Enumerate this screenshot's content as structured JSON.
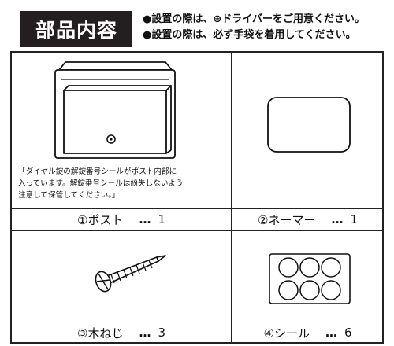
{
  "header": {
    "title": "部品内容",
    "notes": [
      "●設置の際は、⊕ドライバーをご用意ください。",
      "●設置の際は、必ず手袋を着用してください。"
    ]
  },
  "parts": [
    {
      "name": "①ポスト",
      "ellipsis": "…",
      "qty": "1",
      "note_lines": [
        "「ダイヤル錠の解錠番号シールがポスト内部に",
        "入っています。解錠番号シールは紛失しないよう",
        "注意して保管してください。」"
      ]
    },
    {
      "name": "②ネーマー",
      "ellipsis": "…",
      "qty": "1"
    },
    {
      "name": "③木ねじ",
      "ellipsis": "…",
      "qty": "3"
    },
    {
      "name": "④シール",
      "ellipsis": "…",
      "qty": "6"
    }
  ]
}
